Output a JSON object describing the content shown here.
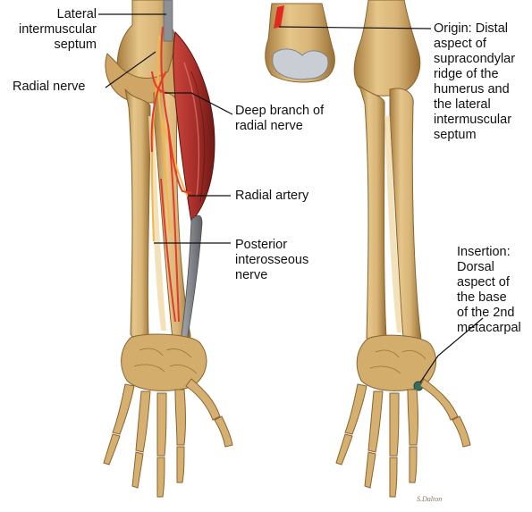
{
  "colors": {
    "bone": "#d8b477",
    "bone_shade": "#a67c3e",
    "bone_light": "#f1dcae",
    "muscle": "#b4332c",
    "muscle_dark": "#7a1c18",
    "tendon": "#8c8f95",
    "nerve": "#f5b54a",
    "artery": "#e43a2a",
    "insertion_mark": "#2f6f64",
    "leader_line": "#111111"
  },
  "labels": {
    "lateral_intermuscular_septum": "Lateral\nintermuscular\nseptum",
    "radial_nerve": "Radial nerve",
    "deep_branch_radial_nerve": "Deep branch of\nradial nerve",
    "radial_artery": "Radial artery",
    "posterior_interosseous_nerve": "Posterior\ninterosseous\nnerve",
    "origin": "Origin: Distal\naspect of\nsupracondylar\nridge of the\nhumerus and\nthe lateral\nintermuscular\nseptum",
    "insertion": "Insertion:\nDorsal\naspect of\nthe base\nof the 2nd\nmetacarpal"
  },
  "signature": "S.Dalton"
}
